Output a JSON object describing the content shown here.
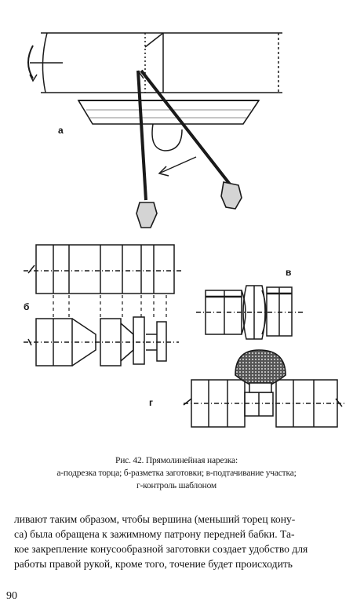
{
  "figure": {
    "labels": {
      "a": "а",
      "b": "б",
      "v": "в",
      "g": "г"
    }
  },
  "caption": {
    "title": "Рис. 42. Прямолинейная нарезка:",
    "line1": "а-подрезка торца; б-разметка заготовки; в-подтачивание участка;",
    "line2": "г-контроль шаблоном"
  },
  "body": {
    "lines": [
      "ливают таким образом, чтобы вершина (меньший торец кону-",
      "са) была обращена к зажимному патрону передней бабки. Та-",
      "кое закрепление конусообразной заготовки создает удобство для",
      "работы правой рукой, кроме того, точение будет происходить"
    ]
  },
  "page_number": "90"
}
